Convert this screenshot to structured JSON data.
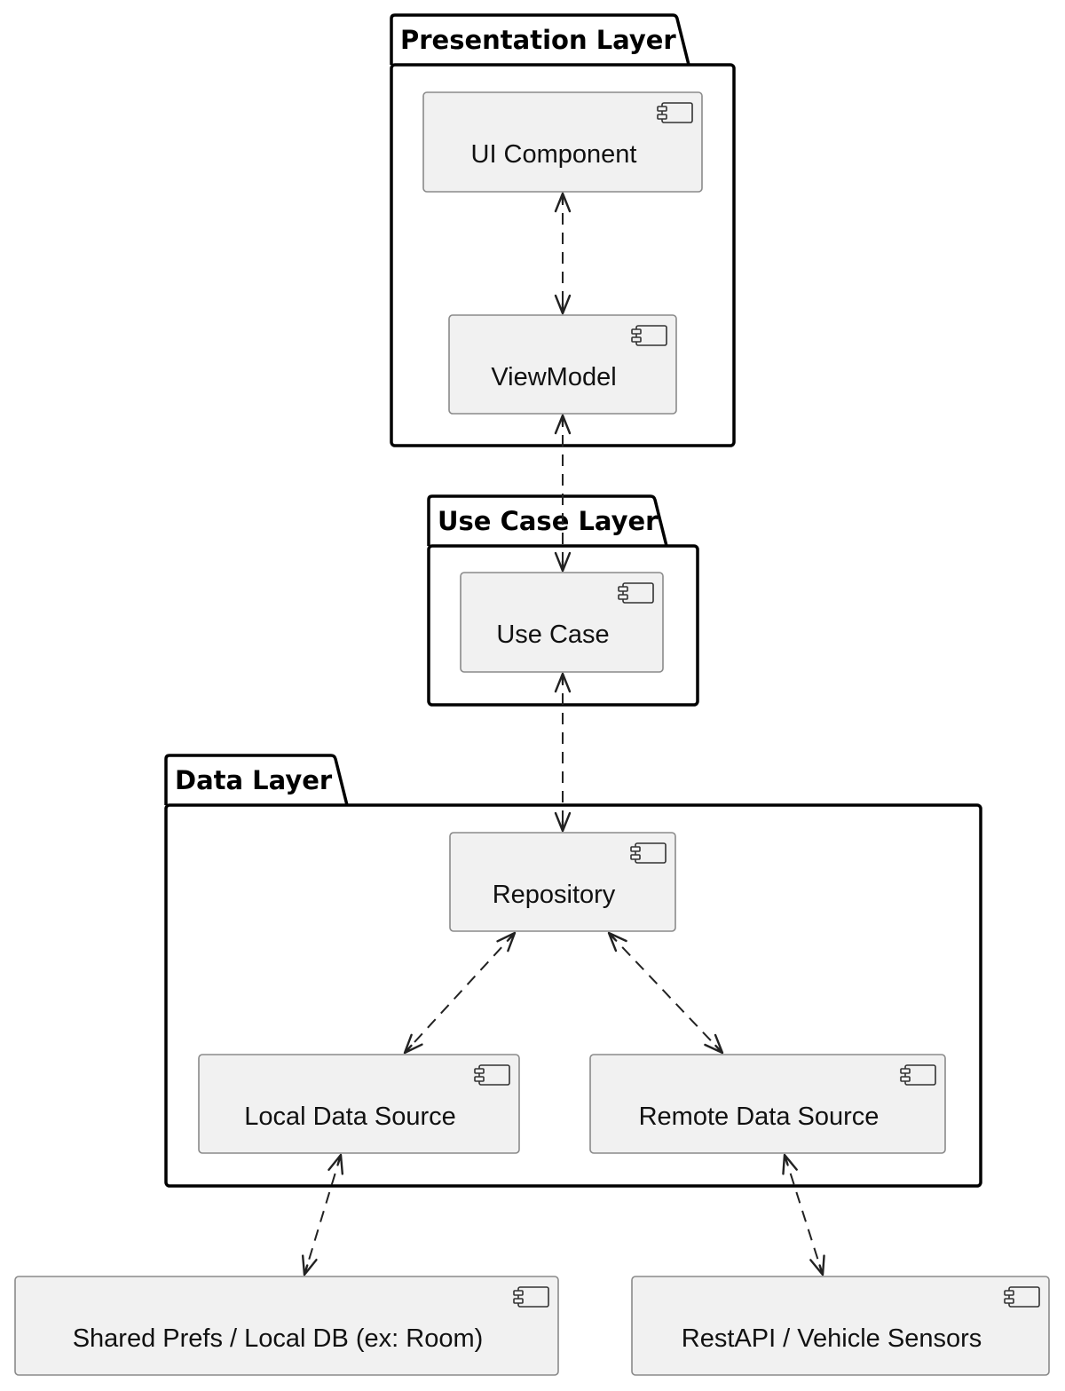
{
  "packages": [
    {
      "id": "presentation",
      "title": "Presentation Layer"
    },
    {
      "id": "usecase",
      "title": "Use Case Layer"
    },
    {
      "id": "data",
      "title": "Data Layer"
    }
  ],
  "components": [
    {
      "id": "ui",
      "label": "UI Component",
      "icon": "component-icon"
    },
    {
      "id": "viewmodel",
      "label": "ViewModel",
      "icon": "component-icon"
    },
    {
      "id": "usecase",
      "label": "Use Case",
      "icon": "component-icon"
    },
    {
      "id": "repository",
      "label": "Repository",
      "icon": "component-icon"
    },
    {
      "id": "local",
      "label": "Local Data Source",
      "icon": "component-icon"
    },
    {
      "id": "remote",
      "label": "Remote Data Source",
      "icon": "component-icon"
    },
    {
      "id": "prefs",
      "label": "Shared Prefs / Local DB (ex: Room)",
      "icon": "component-icon"
    },
    {
      "id": "rest",
      "label": "RestAPI / Vehicle Sensors",
      "icon": "component-icon"
    }
  ],
  "edges": [
    {
      "from": "ui",
      "to": "viewmodel",
      "style": "dashed",
      "arrows": "both"
    },
    {
      "from": "viewmodel",
      "to": "usecase",
      "style": "dashed",
      "arrows": "both"
    },
    {
      "from": "usecase",
      "to": "repository",
      "style": "dashed",
      "arrows": "both"
    },
    {
      "from": "repository",
      "to": "local",
      "style": "dashed",
      "arrows": "both"
    },
    {
      "from": "repository",
      "to": "remote",
      "style": "dashed",
      "arrows": "both"
    },
    {
      "from": "local",
      "to": "prefs",
      "style": "dashed",
      "arrows": "both"
    },
    {
      "from": "remote",
      "to": "rest",
      "style": "dashed",
      "arrows": "both"
    }
  ],
  "colors": {
    "component_fill": "#f1f1f1",
    "component_border": "#8a8a8a",
    "package_border": "#000000",
    "edge": "#222222"
  }
}
